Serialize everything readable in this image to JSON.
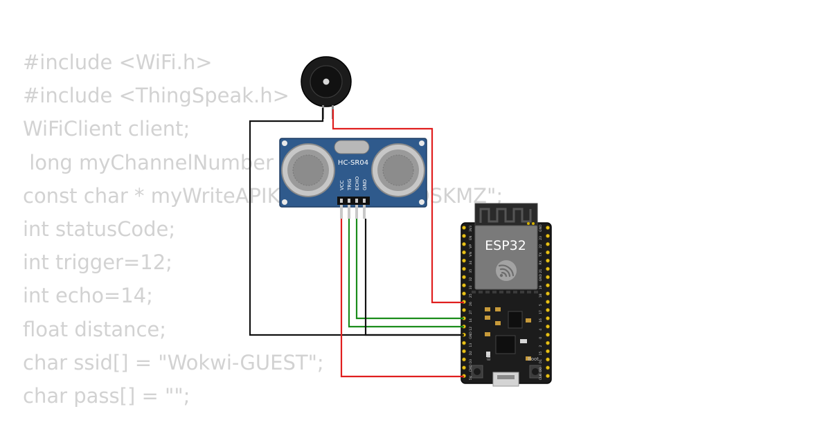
{
  "code_lines": [
    "#include <WiFi.h>",
    "#include <ThingSpeak.h>",
    "WiFiClient client;",
    " long myChannelNumber = ",
    "const char * myWriteAPIKey = \"MRSTDOSKMZ\";",
    "int statusCode;",
    "int trigger=12;",
    "int echo=14;",
    "float distance;",
    "char ssid[] = \"Wokwi-GUEST\";",
    "char pass[] = \"\";"
  ],
  "sensor": {
    "name": "HC-SR04",
    "pins": [
      "VCC",
      "TRIG",
      "ECHO",
      "GND"
    ]
  },
  "mcu": {
    "name": "ESP32",
    "left_pins": [
      "3V3",
      "EN",
      "VP",
      "VN",
      "34",
      "35",
      "32",
      "33",
      "25",
      "26",
      "27",
      "14",
      "12",
      "GND",
      "13",
      "D2",
      "D3",
      "CMD",
      "5V"
    ],
    "right_pins": [
      "GND",
      "23",
      "22",
      "TX",
      "RX",
      "21",
      "GND",
      "19",
      "18",
      "5",
      "17",
      "16",
      "4",
      "0",
      "2",
      "15",
      "D1",
      "D0",
      "CLK"
    ],
    "boot_label": "Boot",
    "en_label": "EN"
  },
  "colors": {
    "wire_red": "#e01e1e",
    "wire_green": "#1a8c1a",
    "wire_black": "#111111",
    "board": "#1c1c1c",
    "sensor_pcb": "#2f5a8c",
    "code_text": "#d2d2d2"
  }
}
